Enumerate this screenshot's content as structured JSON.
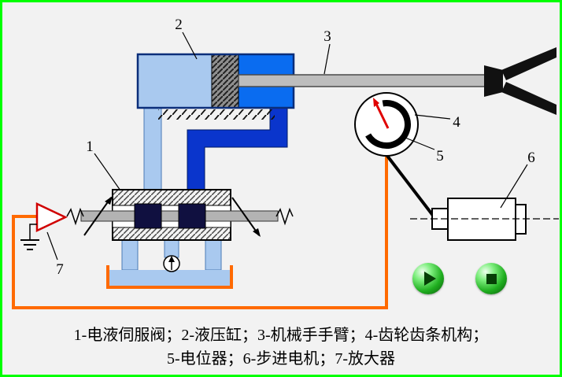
{
  "window": {
    "bg_color": "#f2f2f2",
    "border_color": "#00ff00"
  },
  "part_labels": [
    "1",
    "2",
    "3",
    "4",
    "5",
    "6",
    "7"
  ],
  "caption": {
    "line1": "1-电液伺服阀；2-液压缸；3-机械手手臂；4-齿轮齿条机构；",
    "line2": "5-电位器；6-步进电机；7-放大器"
  },
  "buttons": {
    "play_icon": "play",
    "stop_icon": "stop"
  },
  "colors": {
    "feedback_wire": "#ff6a00",
    "pipe_light_blue": "#a9c9ef",
    "pipe_dark_blue": "#0a35cc",
    "cylinder_fluid_blue": "#0a6cf0",
    "needle_red": "#e00000",
    "amplifier_outline_red": "#d00000",
    "button_green": "#1fae1f",
    "frame_green": "#00ff00"
  }
}
